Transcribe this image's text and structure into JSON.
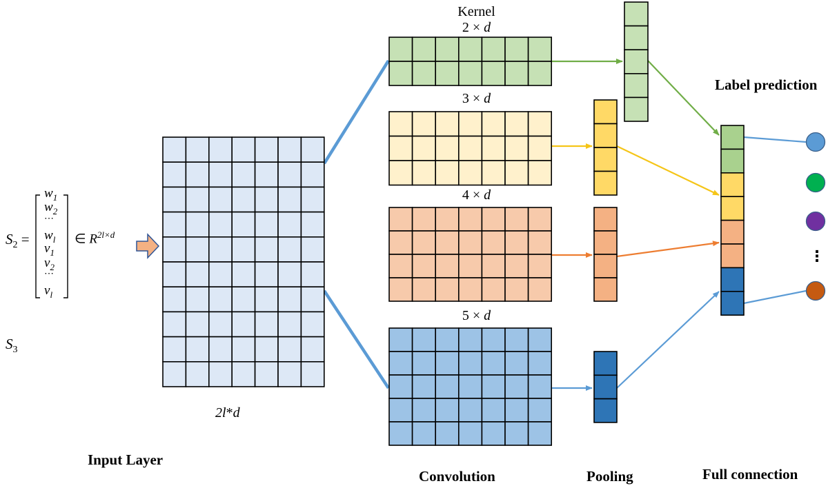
{
  "colors": {
    "input_fill": "#dde8f6",
    "kernel2_fill": "#c6e1b5",
    "kernel3_fill": "#fff1cc",
    "kernel4_fill": "#f7caab",
    "kernel5_fill": "#9dc3e6",
    "pool3_fill": "#ffd966",
    "pool4_fill": "#f4b183",
    "pool5_fill": "#2e75b6",
    "fc_green": "#a9d18e",
    "grid_line": "#000000",
    "arrow_blue": "#5b9bd5",
    "arrow_green": "#70ad47",
    "arrow_yellow": "#f5c518",
    "arrow_orange": "#ed7d31",
    "input_arrow": "#f4b183",
    "node_blue": "#5b9bd5",
    "node_green": "#00b050",
    "node_purple": "#7030a0",
    "node_orange": "#c55a11"
  },
  "formula": {
    "lhs": "S",
    "lhs_sub": "2",
    "equals": "=",
    "rows": [
      {
        "base": "w",
        "sub": "1"
      },
      {
        "base": "w",
        "sub": "2"
      },
      {
        "base": "⋯",
        "sub": ""
      },
      {
        "base": "w",
        "sub": "l"
      },
      {
        "base": "v",
        "sub": "1"
      },
      {
        "base": "v",
        "sub": "2"
      },
      {
        "base": "⋯",
        "sub": ""
      },
      {
        "base": "v",
        "sub": "l"
      }
    ],
    "in_symbol": "∈",
    "space": "R",
    "space_sup": "2l×d"
  },
  "s3": {
    "base": "S",
    "sub": "3"
  },
  "input_matrix": {
    "rows": 10,
    "cols": 7,
    "caption_italic_1": "2l",
    "caption_mid": "*",
    "caption_italic_2": "d"
  },
  "kernel_title": "Kernel",
  "kernels": [
    {
      "n": "2",
      "times": " × ",
      "d": "d",
      "rows": 2,
      "cols": 7
    },
    {
      "n": "3",
      "times": " × ",
      "d": "d",
      "rows": 3,
      "cols": 7
    },
    {
      "n": "4",
      "times": " × ",
      "d": "d",
      "rows": 4,
      "cols": 7
    },
    {
      "n": "5",
      "times": " × ",
      "d": "d",
      "rows": 5,
      "cols": 7
    }
  ],
  "pooling_cells": [
    5,
    4,
    4,
    3
  ],
  "fc_cells": 8,
  "output_nodes": 4,
  "ellipsis": "⋮",
  "labels": {
    "input_layer": "Input Layer",
    "convolution": "Convolution",
    "pooling": "Pooling",
    "full_connection": "Full connection",
    "label_prediction": "Label prediction"
  }
}
